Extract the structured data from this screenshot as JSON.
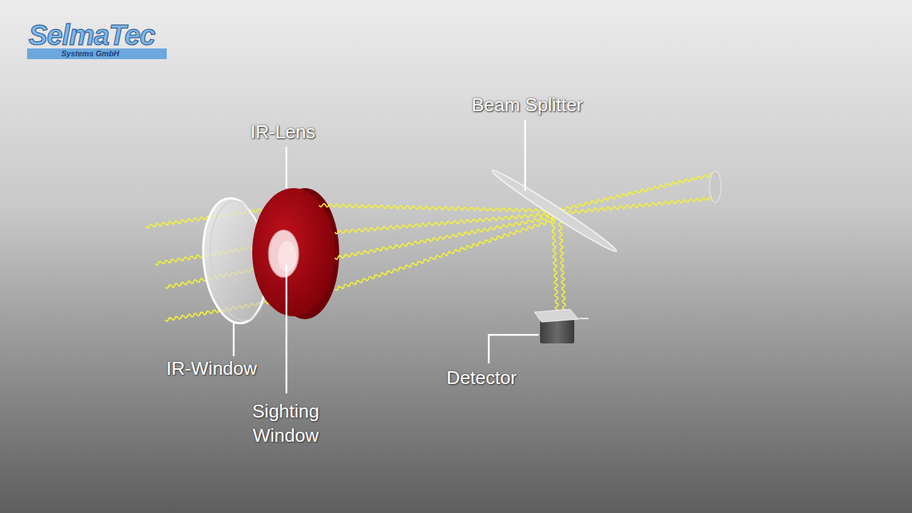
{
  "diagram": {
    "nodes": [
      {
        "text": [
          "SelmaTec",
          "Systems GmbH"
        ]
      }
    ],
    "labels": [
      "IR-Lens",
      "Beam Splitter",
      "IR-Window",
      "Sighting Window",
      "Detector"
    ]
  }
}
